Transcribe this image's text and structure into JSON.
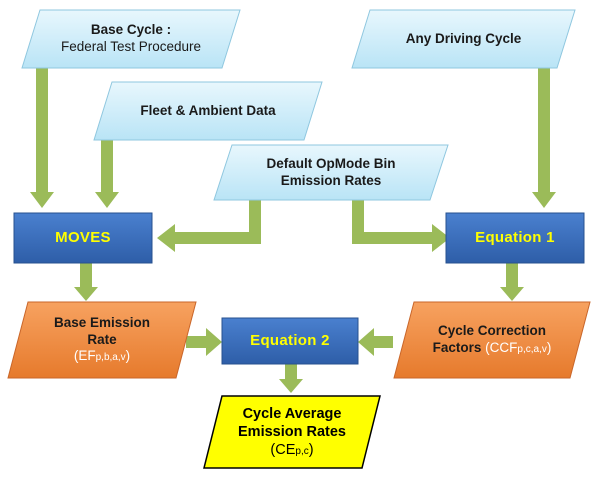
{
  "nodes": {
    "base_cycle": {
      "line1": "Base Cycle :",
      "line2": "Federal Test Procedure"
    },
    "any_driving_cycle": {
      "label": "Any Driving Cycle"
    },
    "fleet_ambient": {
      "label": "Fleet & Ambient Data"
    },
    "default_opmode": {
      "line1": "Default OpMode Bin",
      "line2": "Emission Rates"
    },
    "moves": {
      "label": "MOVES"
    },
    "equation1": {
      "label": "Equation 1"
    },
    "base_emission": {
      "line1": "Base Emission",
      "line2": "Rate",
      "sym_prefix": "(EF",
      "sym_sub": "p,b,a,v",
      "sym_suffix": ")"
    },
    "equation2": {
      "label": "Equation 2"
    },
    "cycle_correction": {
      "line1": "Cycle Correction",
      "line2_prefix": "Factors ",
      "sym_prefix": "(CCF",
      "sym_sub": "p,c,a,v",
      "sym_suffix": ")"
    },
    "cycle_average": {
      "line1": "Cycle Average",
      "line2": "Emission Rates",
      "sym_prefix": "(CE",
      "sym_sub": "p,c",
      "sym_suffix": ")"
    }
  },
  "colors": {
    "input_fill": "#cdeefa",
    "input_stroke": "#8fc7df",
    "process_fill": "#3a6fbf",
    "process_stroke": "#27518f",
    "orange_fill": "#f08a3c",
    "orange_stroke": "#c9662a",
    "output_fill": "#ffff00",
    "output_stroke": "#000000",
    "arrow": "#9bbb59"
  }
}
